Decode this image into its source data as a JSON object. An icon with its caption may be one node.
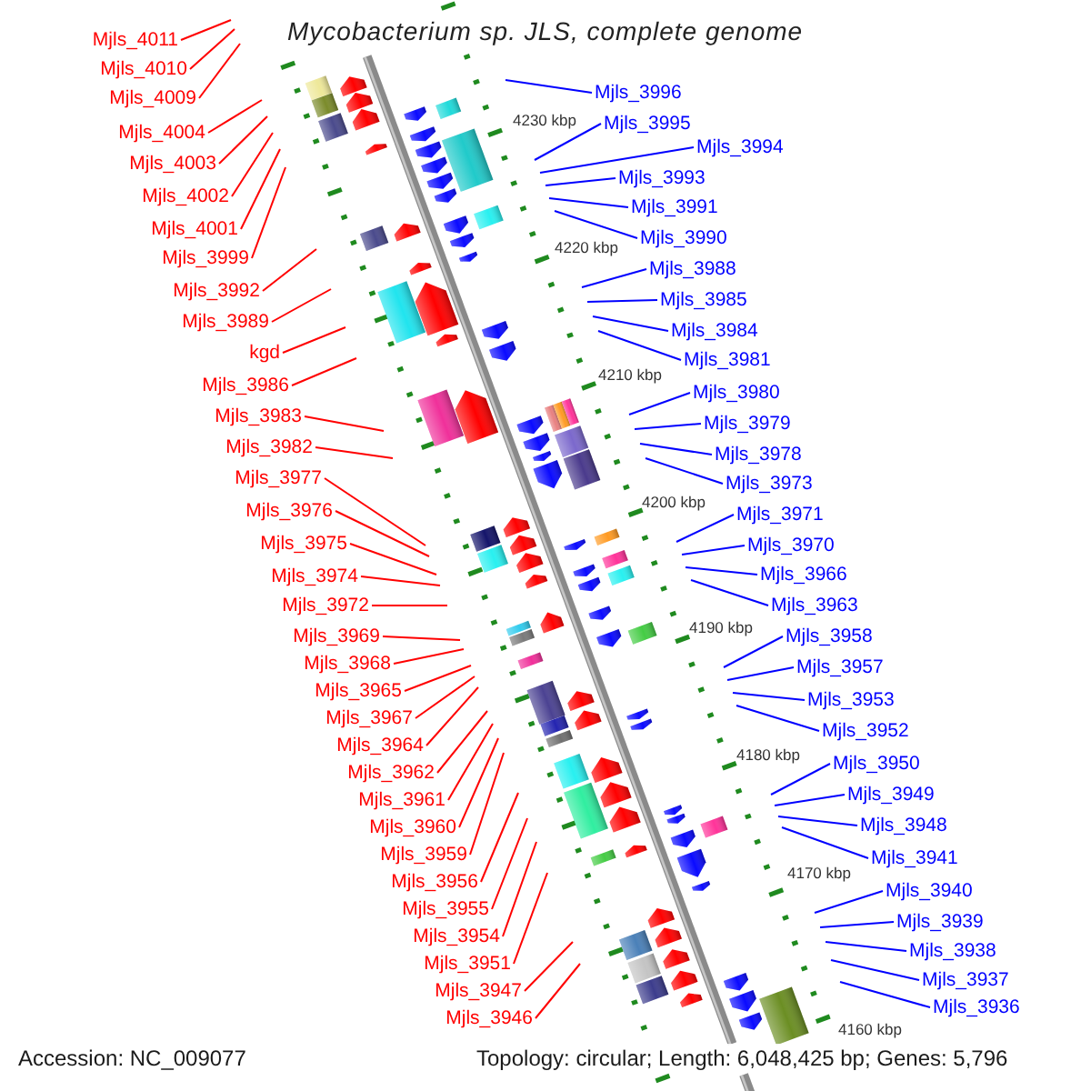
{
  "diagram": {
    "title": "Mycobacterium sp. JLS, complete genome",
    "nodes": [
      {
        "text": [
          "Mjls_4011"
        ]
      },
      {
        "text": [
          "Mjls_4010"
        ]
      },
      {
        "text": [
          "Mjls_4009"
        ]
      },
      {
        "text": [
          "Mjls_4004"
        ]
      },
      {
        "text": [
          "Mjls_4003"
        ]
      },
      {
        "text": [
          "Mjls_4002"
        ]
      },
      {
        "text": [
          "Mjls_4001"
        ]
      },
      {
        "text": [
          "Mjls_3999"
        ]
      },
      {
        "text": [
          "Mjls_3992"
        ]
      },
      {
        "text": [
          "Mjls_3989"
        ]
      },
      {
        "text": [
          "kgd"
        ]
      },
      {
        "text": [
          "Mjls_3986"
        ]
      },
      {
        "text": [
          "Mjls_3983"
        ]
      },
      {
        "text": [
          "Mjls_3982"
        ]
      },
      {
        "text": [
          "Mjls_3977"
        ]
      },
      {
        "text": [
          "Mjls_3976"
        ]
      },
      {
        "text": [
          "Mjls_3975"
        ]
      },
      {
        "text": [
          "Mjls_3974"
        ]
      },
      {
        "text": [
          "Mjls_3972"
        ]
      },
      {
        "text": [
          "Mjls_3969"
        ]
      },
      {
        "text": [
          "Mjls_3968"
        ]
      },
      {
        "text": [
          "Mjls_3965"
        ]
      },
      {
        "text": [
          "Mjls_3967"
        ]
      },
      {
        "text": [
          "Mjls_3964"
        ]
      },
      {
        "text": [
          "Mjls_3962"
        ]
      },
      {
        "text": [
          "Mjls_3961"
        ]
      },
      {
        "text": [
          "Mjls_3960"
        ]
      },
      {
        "text": [
          "Mjls_3959"
        ]
      },
      {
        "text": [
          "Mjls_3956"
        ]
      },
      {
        "text": [
          "Mjls_3955"
        ]
      },
      {
        "text": [
          "Mjls_3954"
        ]
      },
      {
        "text": [
          "Mjls_3951"
        ]
      },
      {
        "text": [
          "Mjls_3947"
        ]
      },
      {
        "text": [
          "Mjls_3946"
        ]
      },
      {
        "text": [
          "Mjls_3996"
        ]
      },
      {
        "text": [
          "Mjls_3995"
        ]
      },
      {
        "text": [
          "Mjls_3994"
        ]
      },
      {
        "text": [
          "Mjls_3993"
        ]
      },
      {
        "text": [
          "Mjls_3991"
        ]
      },
      {
        "text": [
          "Mjls_3990"
        ]
      },
      {
        "text": [
          "Mjls_3988"
        ]
      },
      {
        "text": [
          "Mjls_3985"
        ]
      },
      {
        "text": [
          "Mjls_3984"
        ]
      },
      {
        "text": [
          "Mjls_3981"
        ]
      },
      {
        "text": [
          "Mjls_3980"
        ]
      },
      {
        "text": [
          "Mjls_3979"
        ]
      },
      {
        "text": [
          "Mjls_3978"
        ]
      },
      {
        "text": [
          "Mjls_3973"
        ]
      },
      {
        "text": [
          "Mjls_3971"
        ]
      },
      {
        "text": [
          "Mjls_3970"
        ]
      },
      {
        "text": [
          "Mjls_3966"
        ]
      },
      {
        "text": [
          "Mjls_3963"
        ]
      },
      {
        "text": [
          "Mjls_3958"
        ]
      },
      {
        "text": [
          "Mjls_3957"
        ]
      },
      {
        "text": [
          "Mjls_3953"
        ]
      },
      {
        "text": [
          "Mjls_3952"
        ]
      },
      {
        "text": [
          "Mjls_3950"
        ]
      },
      {
        "text": [
          "Mjls_3949"
        ]
      },
      {
        "text": [
          "Mjls_3948"
        ]
      },
      {
        "text": [
          "Mjls_3941"
        ]
      },
      {
        "text": [
          "Mjls_3940"
        ]
      },
      {
        "text": [
          "Mjls_3939"
        ]
      },
      {
        "text": [
          "Mjls_3938"
        ]
      },
      {
        "text": [
          "Mjls_3937"
        ]
      },
      {
        "text": [
          "Mjls_3936"
        ]
      }
    ],
    "edges": [
      {
        "from": 0,
        "to": null,
        "arrow": "none"
      },
      {
        "from": 1,
        "to": null,
        "arrow": "none"
      },
      {
        "from": 2,
        "to": null,
        "arrow": "none"
      },
      {
        "from": 3,
        "to": null,
        "arrow": "none"
      },
      {
        "from": 4,
        "to": null,
        "arrow": "none"
      },
      {
        "from": 5,
        "to": null,
        "arrow": "none"
      },
      {
        "from": 6,
        "to": null,
        "arrow": "none"
      },
      {
        "from": 7,
        "to": null,
        "arrow": "none"
      },
      {
        "from": 8,
        "to": null,
        "arrow": "none"
      },
      {
        "from": 9,
        "to": null,
        "arrow": "none"
      },
      {
        "from": 10,
        "to": null,
        "arrow": "none"
      },
      {
        "from": 11,
        "to": null,
        "arrow": "none"
      },
      {
        "from": 12,
        "to": null,
        "arrow": "none"
      },
      {
        "from": 13,
        "to": null,
        "arrow": "none"
      },
      {
        "from": 14,
        "to": null,
        "arrow": "none"
      },
      {
        "from": 15,
        "to": null,
        "arrow": "none"
      },
      {
        "from": 16,
        "to": null,
        "arrow": "none"
      },
      {
        "from": 17,
        "to": null,
        "arrow": "none"
      },
      {
        "from": 18,
        "to": null,
        "arrow": "none"
      },
      {
        "from": 19,
        "to": null,
        "arrow": "none"
      },
      {
        "from": 20,
        "to": null,
        "arrow": "none"
      },
      {
        "from": 21,
        "to": null,
        "arrow": "none"
      },
      {
        "from": 22,
        "to": null,
        "arrow": "none"
      },
      {
        "from": 23,
        "to": null,
        "arrow": "none"
      },
      {
        "from": 24,
        "to": null,
        "arrow": "none"
      },
      {
        "from": 25,
        "to": null,
        "arrow": "none"
      },
      {
        "from": 26,
        "to": null,
        "arrow": "none"
      },
      {
        "from": 27,
        "to": null,
        "arrow": "none"
      },
      {
        "from": 28,
        "to": null,
        "arrow": "none"
      },
      {
        "from": 29,
        "to": null,
        "arrow": "none"
      },
      {
        "from": 30,
        "to": null,
        "arrow": "none"
      },
      {
        "from": 31,
        "to": null,
        "arrow": "none"
      },
      {
        "from": 32,
        "to": null,
        "arrow": "none"
      },
      {
        "from": 33,
        "to": null,
        "arrow": "none"
      },
      {
        "from": 34,
        "to": null,
        "arrow": "none",
        "color": "#0000ff"
      },
      {
        "from": 35,
        "to": null,
        "arrow": "none",
        "color": "#0000ff"
      },
      {
        "from": 36,
        "to": null,
        "arrow": "none",
        "color": "#0000ff"
      },
      {
        "from": 37,
        "to": null,
        "arrow": "none",
        "color": "#0000ff"
      },
      {
        "from": 38,
        "to": null,
        "arrow": "none",
        "color": "#0000ff"
      },
      {
        "from": 39,
        "to": null,
        "arrow": "none",
        "color": "#0000ff"
      },
      {
        "from": 40,
        "to": null,
        "arrow": "none",
        "color": "#0000ff"
      },
      {
        "from": 41,
        "to": null,
        "arrow": "none",
        "color": "#0000ff"
      },
      {
        "from": 42,
        "to": null,
        "arrow": "none",
        "color": "#0000ff"
      },
      {
        "from": 43,
        "to": null,
        "arrow": "none",
        "color": "#0000ff"
      },
      {
        "from": 44,
        "to": null,
        "arrow": "none",
        "color": "#0000ff"
      },
      {
        "from": 45,
        "to": null,
        "arrow": "none",
        "color": "#0000ff"
      },
      {
        "from": 46,
        "to": null,
        "arrow": "none",
        "color": "#0000ff"
      },
      {
        "from": 47,
        "to": null,
        "arrow": "none",
        "color": "#0000ff"
      },
      {
        "from": 48,
        "to": null,
        "arrow": "none",
        "color": "#0000ff"
      },
      {
        "from": 49,
        "to": null,
        "arrow": "none",
        "color": "#0000ff"
      },
      {
        "from": 50,
        "to": null,
        "arrow": "none",
        "color": "#0000ff"
      },
      {
        "from": 51,
        "to": null,
        "arrow": "none",
        "color": "#0000ff"
      },
      {
        "from": 52,
        "to": null,
        "arrow": "none",
        "color": "#0000ff"
      },
      {
        "from": 53,
        "to": null,
        "arrow": "none",
        "color": "#0000ff"
      },
      {
        "from": 54,
        "to": null,
        "arrow": "none",
        "color": "#0000ff"
      },
      {
        "from": 55,
        "to": null,
        "arrow": "none",
        "color": "#0000ff"
      },
      {
        "from": 56,
        "to": null,
        "arrow": "none",
        "color": "#0000ff"
      },
      {
        "from": 57,
        "to": null,
        "arrow": "none",
        "color": "#0000ff"
      },
      {
        "from": 58,
        "to": null,
        "arrow": "none",
        "color": "#0000ff"
      },
      {
        "from": 59,
        "to": null,
        "arrow": "none",
        "color": "#0000ff"
      },
      {
        "from": 60,
        "to": null,
        "arrow": "none",
        "color": "#0000ff"
      },
      {
        "from": 61,
        "to": null,
        "arrow": "none",
        "color": "#0000ff"
      },
      {
        "from": 62,
        "to": null,
        "arrow": "none",
        "color": "#0000ff"
      },
      {
        "from": 63,
        "to": null,
        "arrow": "none",
        "color": "#0000ff"
      },
      {
        "from": 64,
        "to": null,
        "arrow": "none",
        "color": "#0000ff"
      }
    ],
    "labels": [
      "4230 kbp",
      "4220 kbp",
      "4210 kbp",
      "4200 kbp",
      "4190 kbp",
      "4180 kbp",
      "4170 kbp",
      "4160 kbp",
      "Accession: NC_009077",
      "Topology: circular; Length: 6,048,425 bp; Genes: 5,796"
    ]
  }
}
